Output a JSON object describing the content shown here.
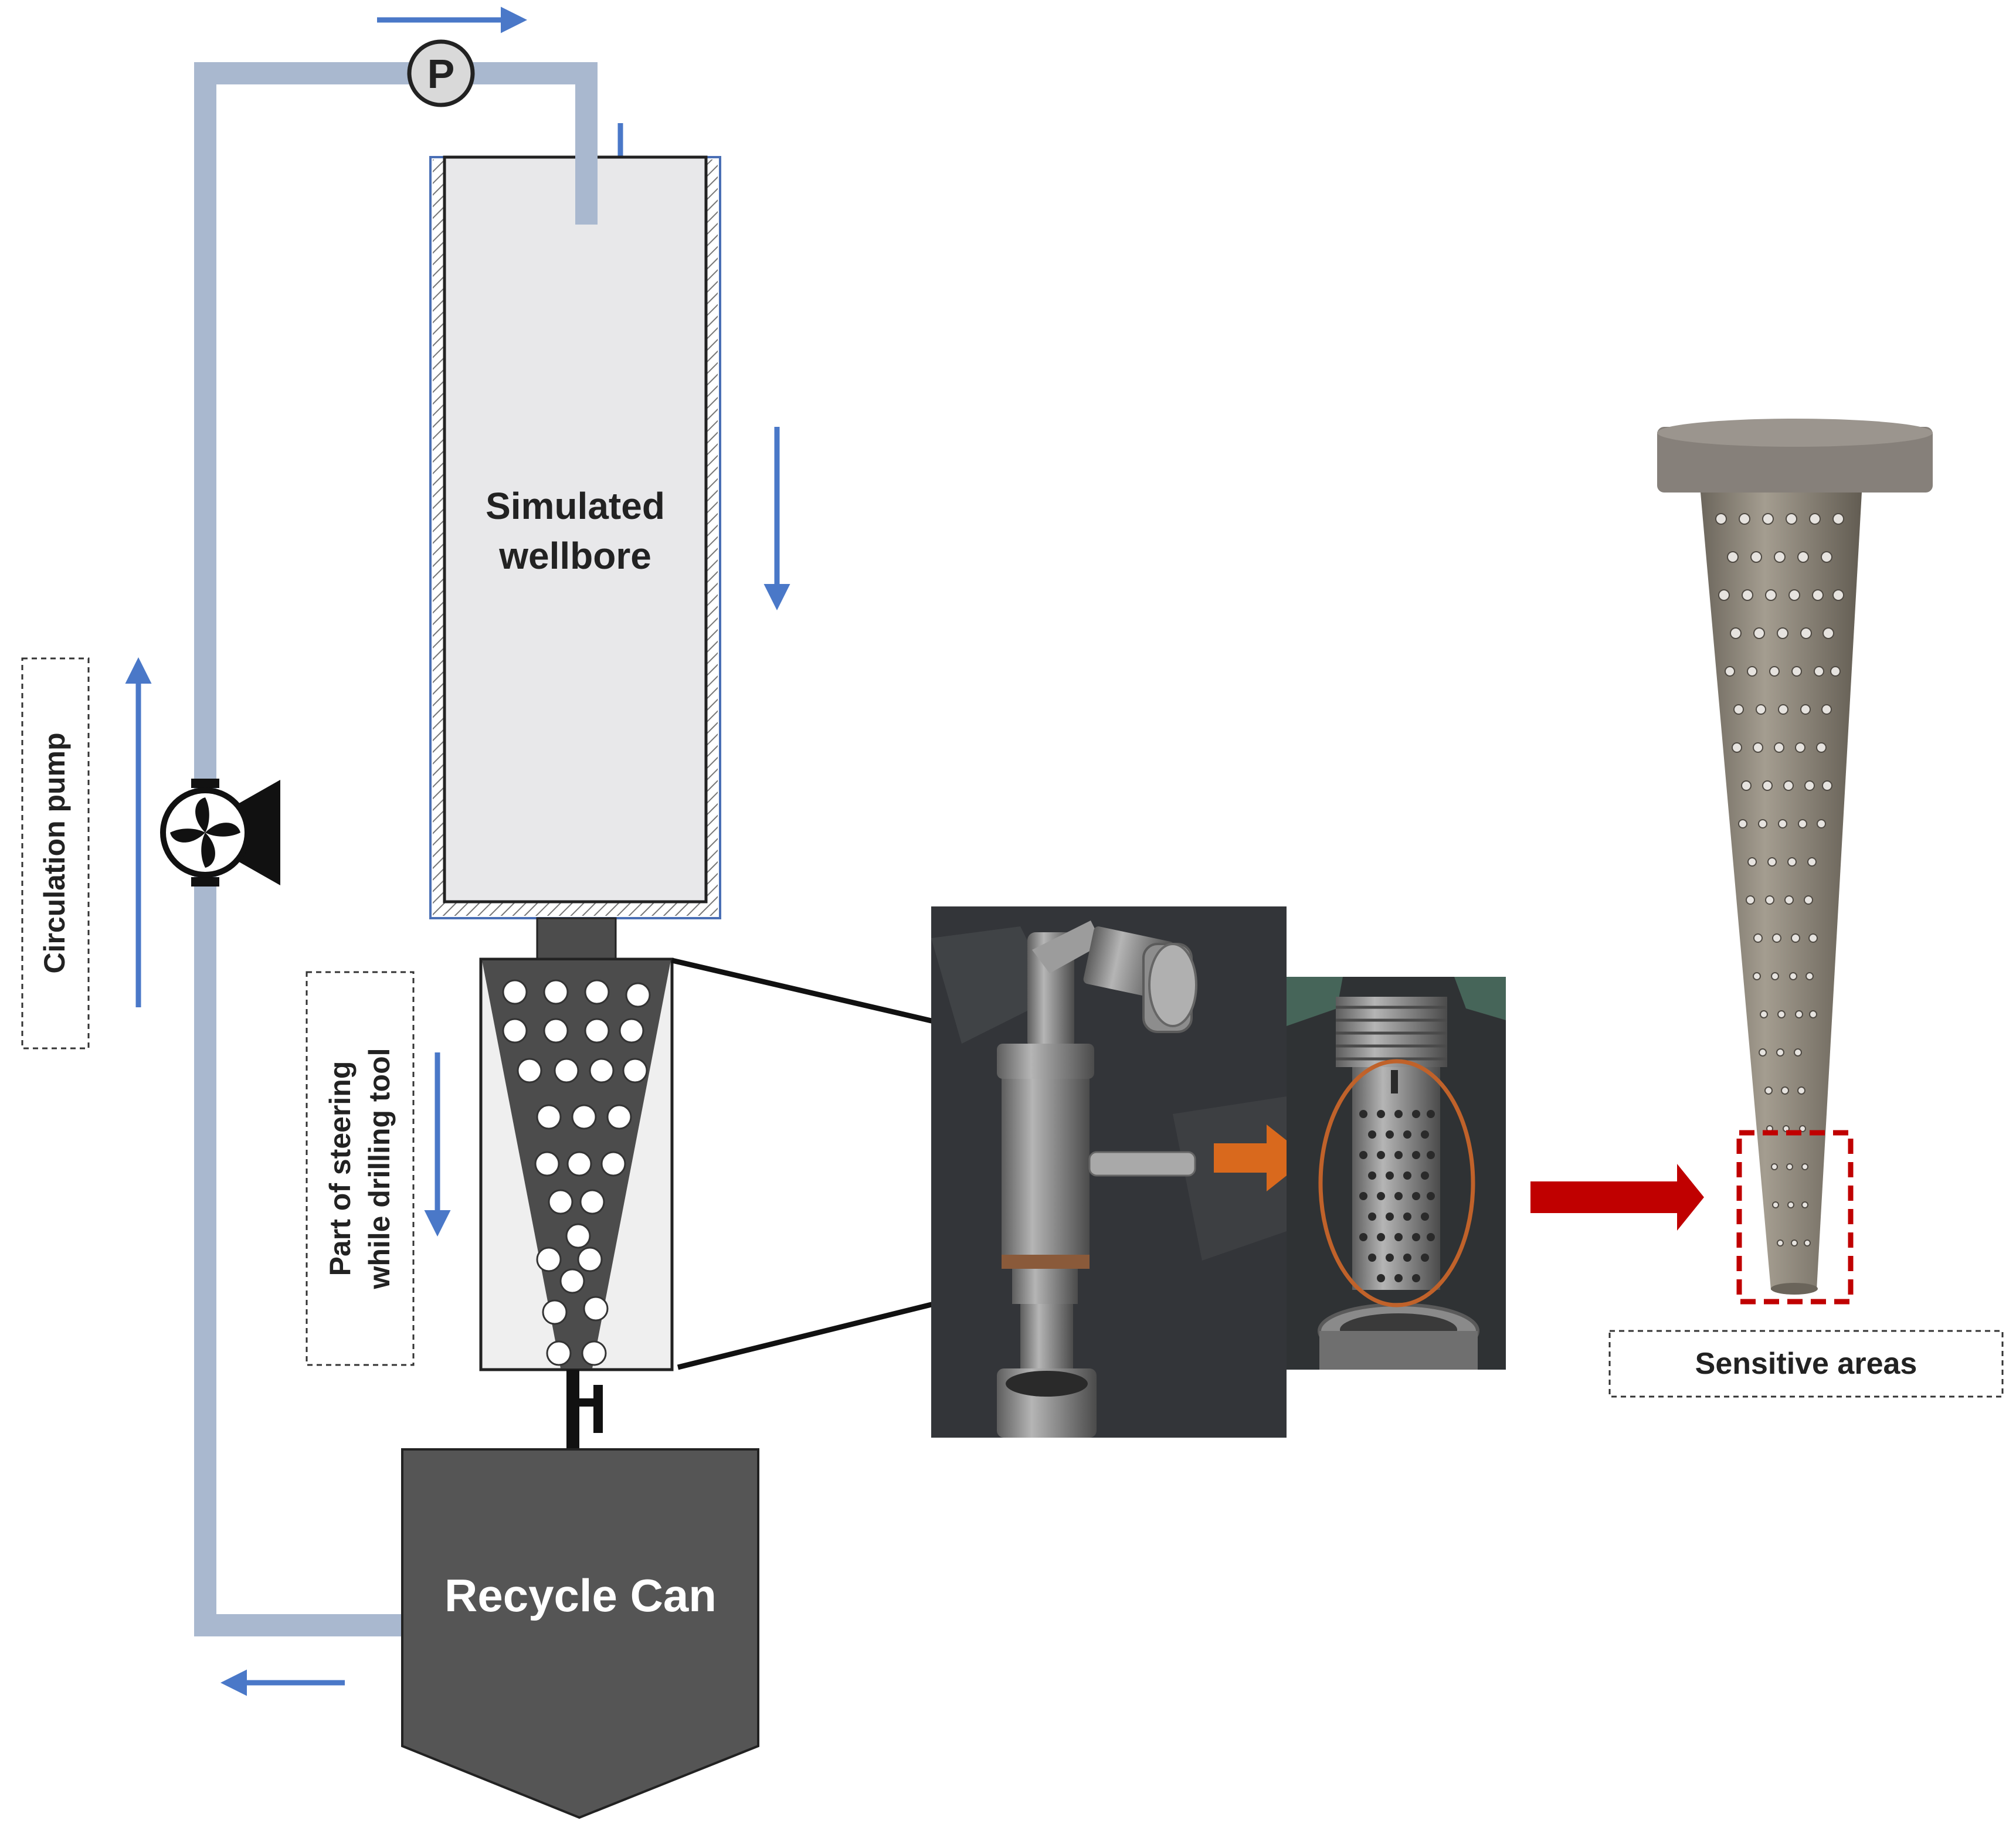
{
  "labels": {
    "pressure_gauge": "P",
    "wellbore": [
      "Simulated",
      "wellbore"
    ],
    "circulation_pump": "Circulation pump",
    "steering_tool": [
      "Part of steering",
      "while drilling tool"
    ],
    "recycle_can": "Recycle Can",
    "sensitive_areas": "Sensitive areas"
  },
  "colors": {
    "pipe": "#a9b8cf",
    "flow_arrow": "#4a78c8",
    "dark": "#555555",
    "wellbore_fill": "#e8e8ea",
    "wellbore_border": "#4a6fb5",
    "tool_cone": "#4c4c4c",
    "orange_arrow": "#d9691d",
    "red_arrow": "#c00000",
    "highlight_ellipse": "#c0622a",
    "sensitive_box": "#c00000"
  },
  "icons": {
    "pressure_gauge": "pressure-gauge-icon",
    "pump": "pump-icon",
    "valve": "valve-icon"
  }
}
